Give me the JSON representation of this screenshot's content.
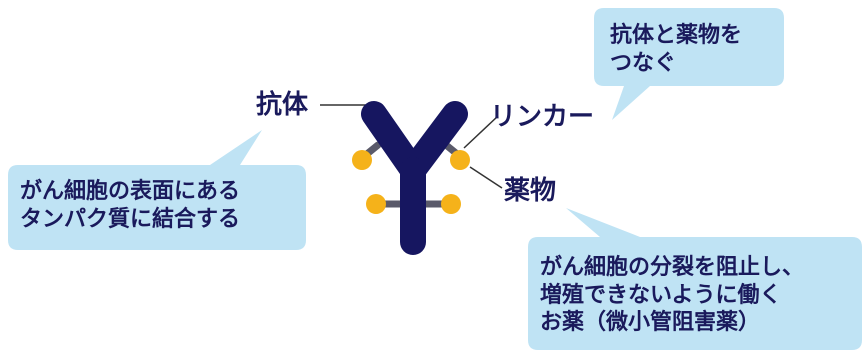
{
  "labels": {
    "antibody": "抗体",
    "linker": "リンカー",
    "drug": "薬物"
  },
  "callouts": {
    "linker_role": [
      "抗体と薬物を",
      "つなぐ"
    ],
    "antibody_role": [
      "がん細胞の表面にある",
      "タンパク質に結合する"
    ],
    "drug_role": [
      "がん細胞の分裂を阻止し、",
      "増殖できないように働く",
      "お薬（微小管阻害薬）"
    ]
  },
  "colors": {
    "antibody": "#161660",
    "linker": "#5a5a6a",
    "drug": "#f5b21a",
    "callout_fill": "#bfe3f4",
    "text": "#1a1a5c"
  }
}
